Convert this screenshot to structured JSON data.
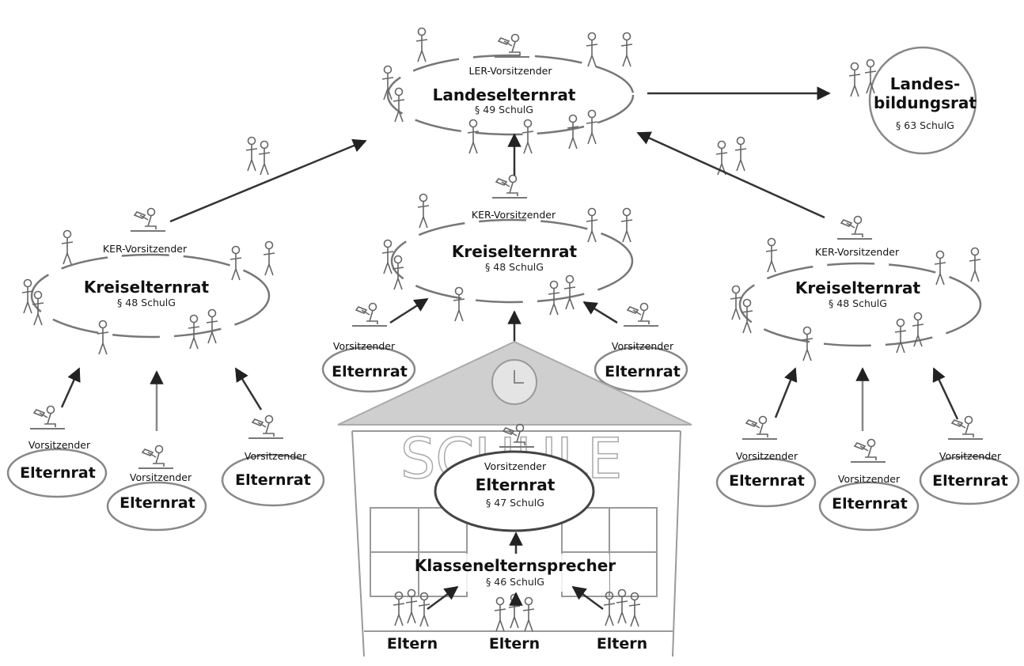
{
  "landeselternrat": {
    "role": "LER-Vorsitzender",
    "title": "Landeselternrat",
    "law": "§ 49 SchulG"
  },
  "landesbildungsrat": {
    "title_line1": "Landes-",
    "title_line2": "bildungsrat",
    "law": "§ 63 SchulG"
  },
  "kreiselternrat": {
    "left": {
      "role": "KER-Vorsitzender",
      "title": "Kreiselternrat",
      "law": "§ 48 SchulG"
    },
    "center": {
      "role": "KER-Vorsitzender",
      "title": "Kreiselternrat",
      "law": "§ 48 SchulG"
    },
    "right": {
      "role": "KER-Vorsitzender",
      "title": "Kreiselternrat",
      "law": "§ 48 SchulG"
    }
  },
  "elternrat_small": {
    "role": "Vorsitzender",
    "title": "Elternrat"
  },
  "school": {
    "sign": "SCHULE",
    "elternrat": {
      "role": "Vorsitzender",
      "title": "Elternrat",
      "law": "§ 47 SchulG"
    },
    "klasseneltern": {
      "title": "Klasseneltern­sprecher",
      "law": "§ 46 SchulG"
    },
    "eltern": [
      "Eltern",
      "Eltern",
      "Eltern"
    ]
  }
}
